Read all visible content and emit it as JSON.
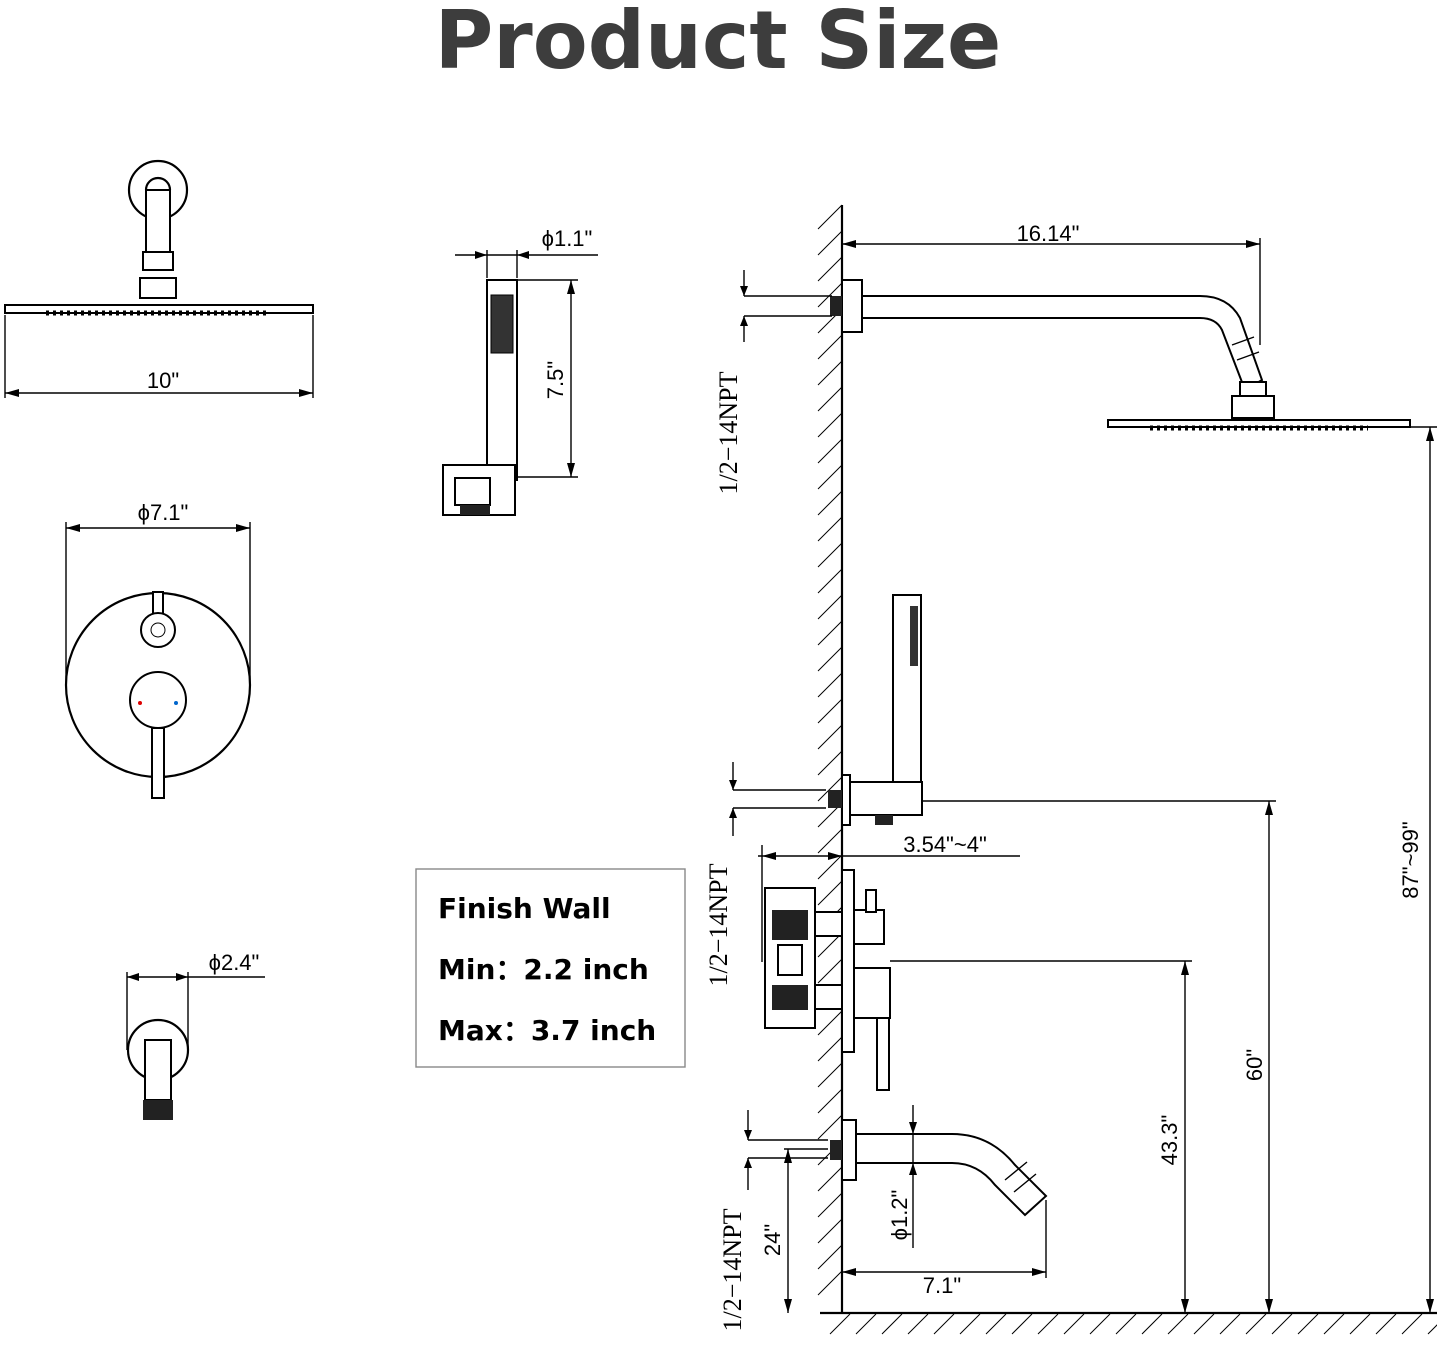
{
  "title": "Product Size",
  "labels": {
    "head_width": "10\"",
    "handheld_diameter": "ϕ1.1\"",
    "handheld_length": "7.5\"",
    "trim_diameter": "ϕ7.1\"",
    "spout_diameter": "ϕ2.4\"",
    "arm_length": "16.14\"",
    "npt_top": "1/2−14NPT",
    "npt_middle": "1/2−14NPT",
    "npt_bottom": "1/2−14NPT",
    "total_height": "87\"~99\"",
    "wall_depth": "3.54\"~4\"",
    "handheld_height": "60\"",
    "valve_height": "43.3\"",
    "spout_height": "24\"",
    "spout_pipe_diameter": "ϕ1.2\"",
    "spout_length": "7.1\""
  },
  "finish_wall": {
    "heading": "Finish Wall",
    "min": "Min：2.2 inch",
    "max": "Max：3.7 inch"
  }
}
